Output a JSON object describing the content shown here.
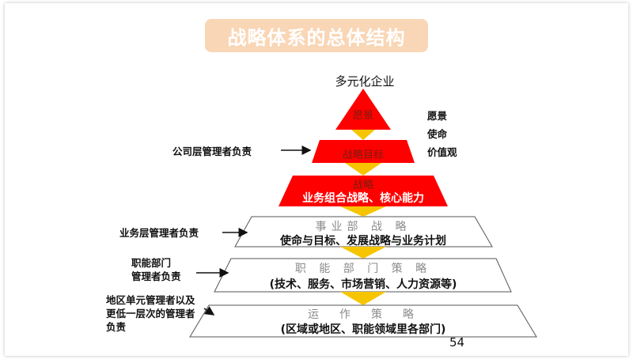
{
  "title": "战略体系的总体结构",
  "top_label": "多元化企业",
  "right_list": [
    "愿景",
    "使命",
    "价值观"
  ],
  "levels": [
    {
      "main": "愿景"
    },
    {
      "main": "战略目标"
    },
    {
      "sub": "战略",
      "main": "业务组合战略、核心能力"
    },
    {
      "sub": "事业部 战 略",
      "main": "使命与目标、发展战略与业务计划"
    },
    {
      "sub": "职 能 部 门 策 略",
      "main": "(技术、服务、市场营销、人力资源等)"
    },
    {
      "sub": "运　作　策　略",
      "main": "(区域或地区、职能领域里各部门)"
    }
  ],
  "left_labels": {
    "company": "公司层管理者负责",
    "business": "业务层管理者负责",
    "functional_line1": "职能部门",
    "functional_line2": "管理者负责",
    "regional_line1": "地区单元管理者以及",
    "regional_line2": "更低一层次的管理者",
    "regional_line3": "负责"
  },
  "page_number": "54",
  "colors": {
    "red": "#ff0000",
    "gold": "#f6c500",
    "title_bg": "#f9d6b6"
  }
}
